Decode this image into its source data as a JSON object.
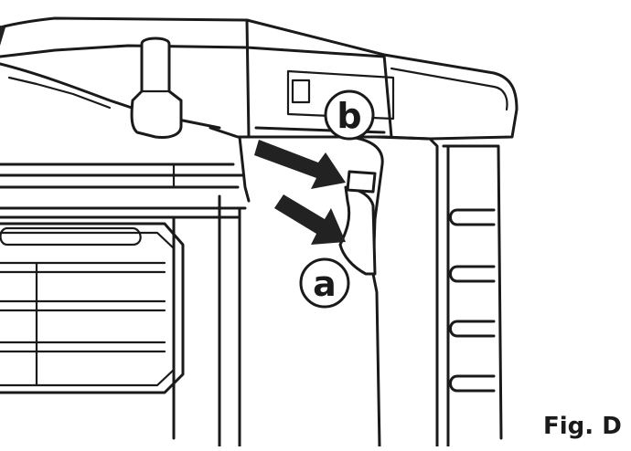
{
  "figure": {
    "label": "Fig. D",
    "callouts": [
      {
        "id": "a",
        "text": "a"
      },
      {
        "id": "b",
        "text": "b"
      }
    ],
    "line_color": "#1a1a1a",
    "arrow_color": "#222222",
    "background": "#ffffff"
  }
}
